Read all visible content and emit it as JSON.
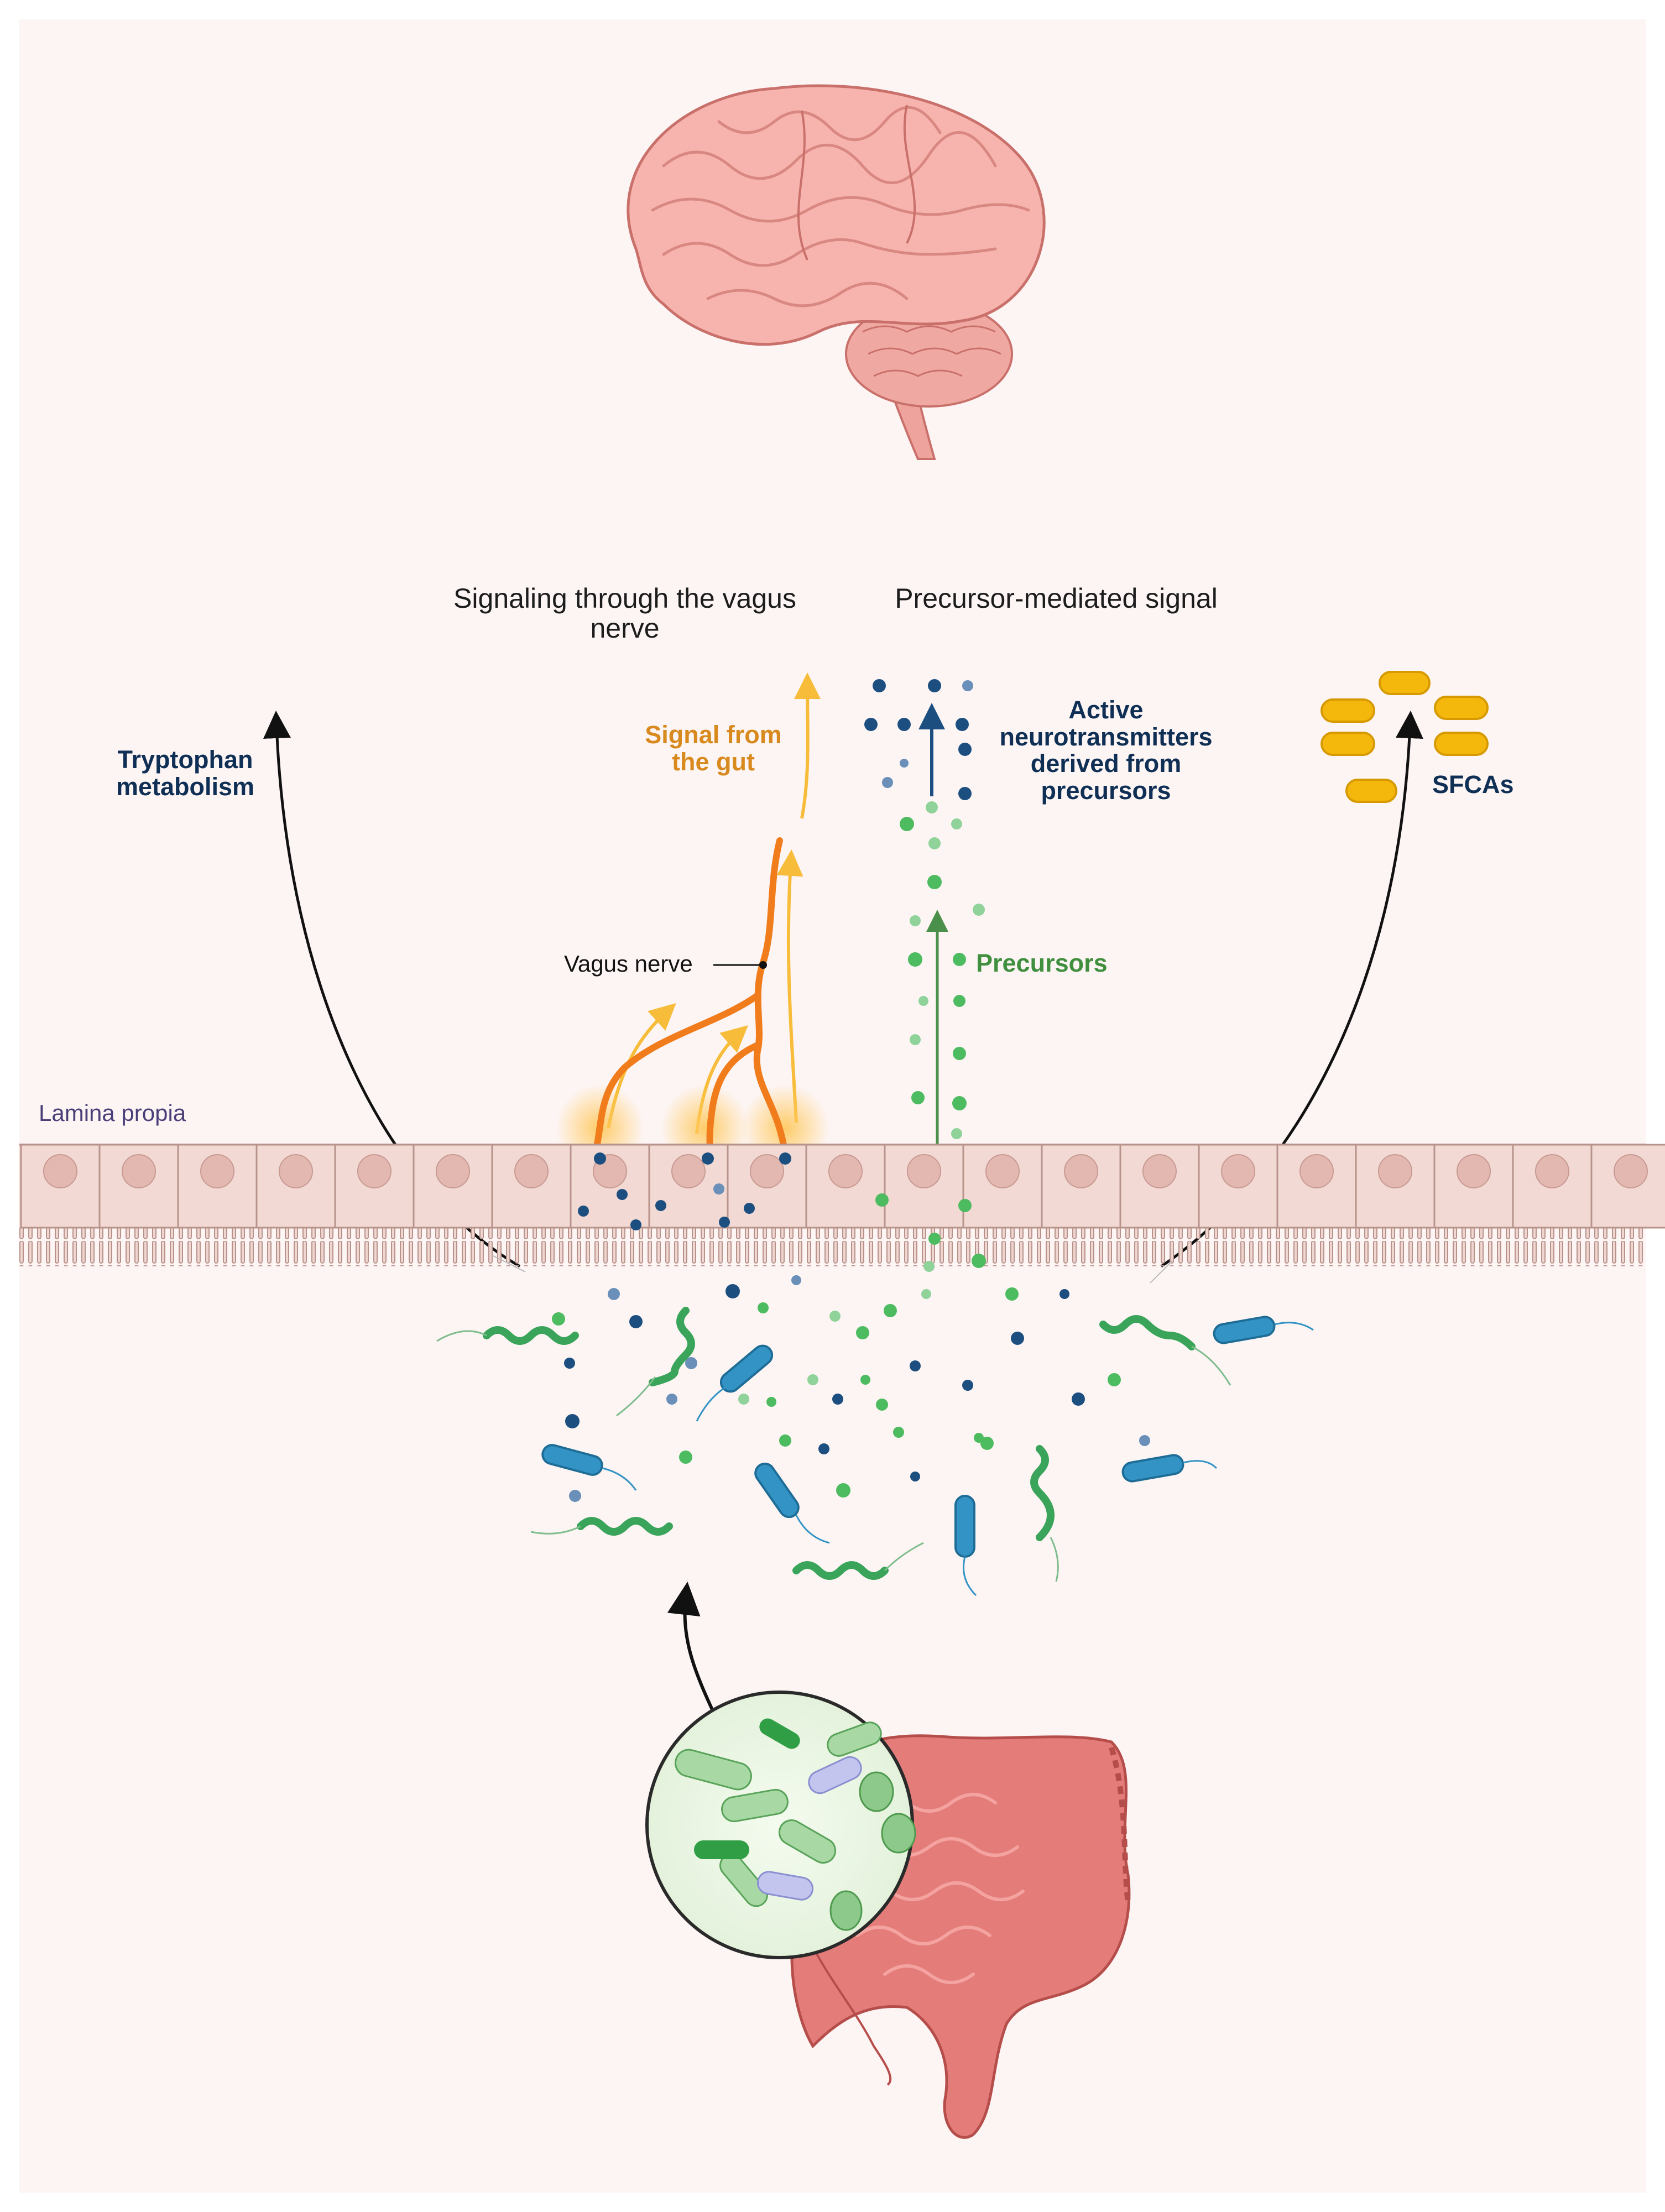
{
  "labels": {
    "vagus_heading": "Signaling through the vagus nerve",
    "precursor_heading": "Precursor-mediated signal",
    "tryptophan": "Tryptophan metabolism",
    "signal_from_gut": "Signal from the gut",
    "active_neurotransmitters": "Active neurotransmitters derived from precursors",
    "sfcas": "SFCAs",
    "vagus_nerve": "Vagus nerve",
    "precursors": "Precursors",
    "lamina_propia": "Lamina propia"
  },
  "colors": {
    "background": "#fdf5f4",
    "brain": "#f2a9a4",
    "epithelium": "#f0d6d0",
    "nerve": "#f07c1c",
    "signal_arrow": "#f7bd3a",
    "neurotransmitter": "#1c4f80",
    "precursor": "#4dbb5f",
    "scfa": "#f4b80c",
    "bacteria_green": "#3aa55a",
    "bacteria_blue": "#3393c4",
    "intestine": "#e47d7a"
  },
  "icons": {
    "brain": "brain-icon",
    "intestine": "intestine-icon",
    "microbiota": "microbiota-magnifier-icon"
  }
}
